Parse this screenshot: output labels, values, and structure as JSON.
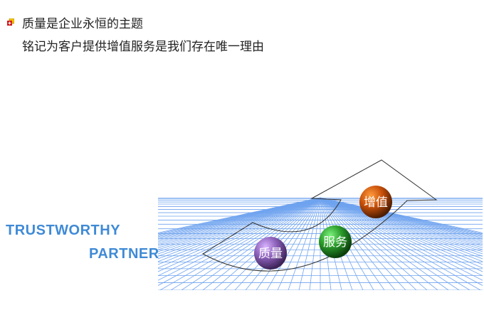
{
  "bullet_icon": "red-yellow-square-bullet",
  "heading": "质量是企业永恒的主题",
  "subheading": "铭记为客户提供增值服务是我们存在唯一理由",
  "tagline": {
    "line1": "TRUSTWORTHY",
    "line2": "PARTNER",
    "color": "#3f8ad6"
  },
  "orbs": [
    {
      "label": "质量",
      "color": "#8a5fb8"
    },
    {
      "label": "服务",
      "color": "#2a9a2a"
    },
    {
      "label": "增值",
      "color": "#c8500a"
    }
  ],
  "grid_color": "#6fa3ef"
}
